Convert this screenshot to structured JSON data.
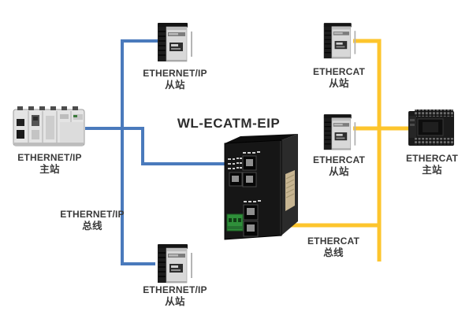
{
  "diagram": {
    "title": "WL-ECATM-EIP",
    "colors": {
      "eip_bus_blue": "#4a7abc",
      "ecat_bus_yellow": "#fdc52d",
      "label_text": "#3a3a3a"
    },
    "labels": {
      "eip_slave_top": {
        "line1": "ETHERNET/IP",
        "line2": "从站"
      },
      "eip_master": {
        "line1": "ETHERNET/IP",
        "line2": "主站"
      },
      "eip_bus": {
        "line1": "ETHERNET/IP",
        "line2": "总线"
      },
      "eip_slave_bottom": {
        "line1": "ETHERNET/IP",
        "line2": "从站"
      },
      "ecat_slave_top": {
        "line1": "ETHERCAT",
        "line2": "从站"
      },
      "ecat_slave_mid": {
        "line1": "ETHERCAT",
        "line2": "从站"
      },
      "ecat_master": {
        "line1": "ETHERCAT",
        "line2": "主站"
      },
      "ecat_bus": {
        "line1": "ETHERCAT",
        "line2": "总线"
      }
    },
    "icons": {
      "gateway_device": "wl-ecatm-eip-gateway",
      "drive_device": "vfd-drive-slave",
      "rack_plc_device": "modular-plc-master",
      "compact_plc_device": "compact-black-plc-master"
    }
  }
}
